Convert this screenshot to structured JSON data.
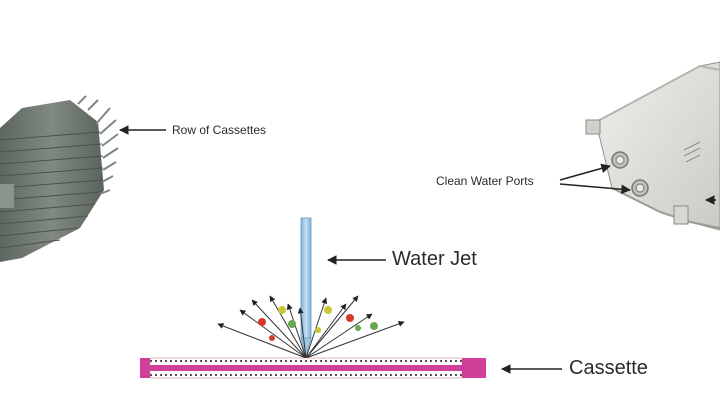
{
  "labels": {
    "row_of_cassettes": "Row of Cassettes",
    "clean_water_ports": "Clean Water Ports",
    "water_jet": "Water Jet",
    "cassette": "Cassette"
  },
  "colors": {
    "cassette": "#d0409a",
    "water_jet": "#9ec7e6",
    "module_body": "#6f7a72",
    "housing": "#e2e3dd",
    "particle_red": "#d43a2a",
    "particle_yellow": "#c9c63a",
    "particle_green": "#6aa84f",
    "arrow": "#222222"
  }
}
